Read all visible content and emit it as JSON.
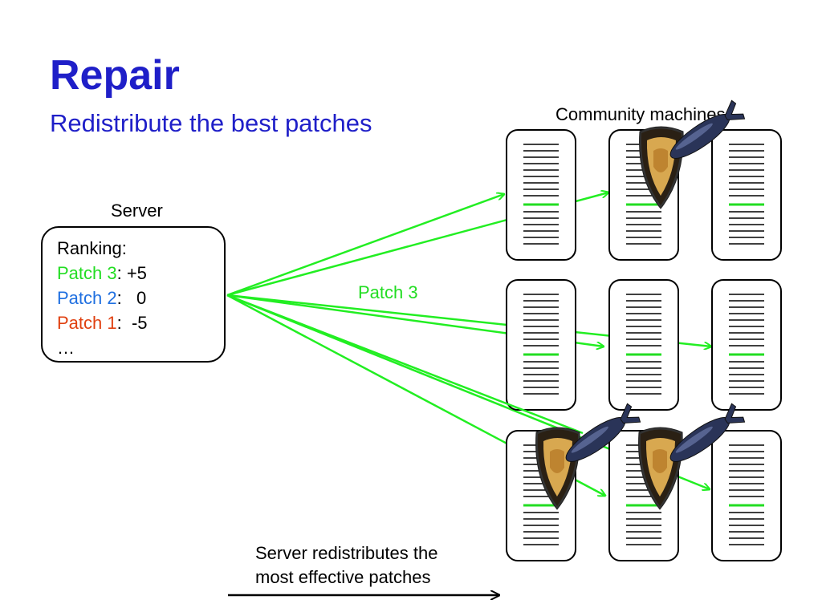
{
  "slide": {
    "title": "Repair",
    "subtitle": "Redistribute the best patches"
  },
  "server": {
    "label": "Server",
    "ranking_header": "Ranking:",
    "patches": [
      {
        "name": "Patch 3",
        "score": ": +5",
        "color": "#22dd22"
      },
      {
        "name": "Patch 2",
        "score": ":   0",
        "color": "#1f6fe0"
      },
      {
        "name": "Patch 1",
        "score": ":  -5",
        "color": "#e04010"
      }
    ],
    "ellipsis": "…"
  },
  "community_label": "Community machines",
  "arrow_label": "Patch 3",
  "caption": {
    "line1": "Server redistributes the",
    "line2": "most effective patches"
  },
  "colors": {
    "accent_blue": "#1f1fc8",
    "arrow_green": "#22ee22",
    "patch_line_green": "#22dd22"
  },
  "icons": [
    "shield-icon",
    "bomb-icon",
    "server-machine-icon"
  ]
}
